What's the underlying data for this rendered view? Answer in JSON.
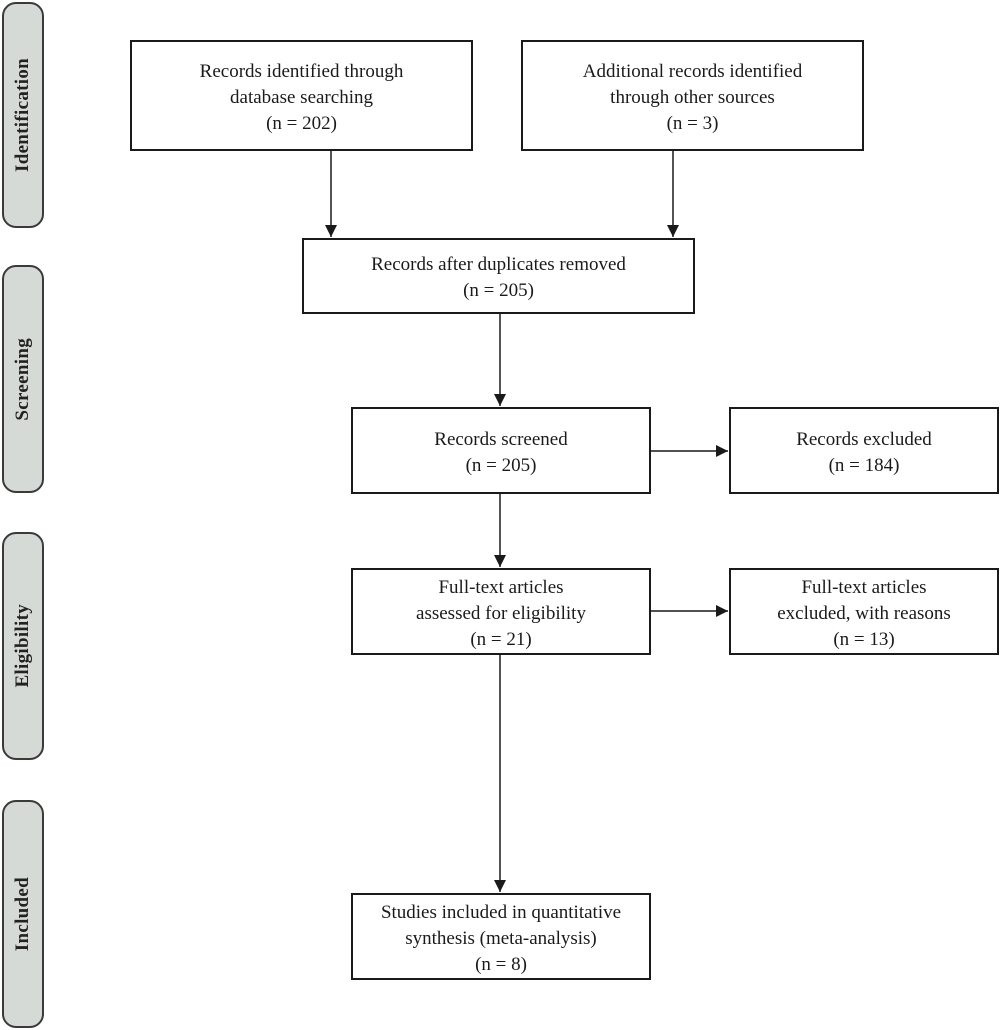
{
  "phases": [
    {
      "label": "Identification"
    },
    {
      "label": "Screening"
    },
    {
      "label": "Eligibility"
    },
    {
      "label": "Included"
    }
  ],
  "boxes": {
    "db_search": {
      "lines": [
        "Records identified through",
        "database searching"
      ],
      "count": "(n = 202)"
    },
    "other_sources": {
      "lines": [
        "Additional records identified",
        "through other sources"
      ],
      "count": "(n = 3)"
    },
    "after_duplicates": {
      "lines": [
        "Records after duplicates removed"
      ],
      "count": "(n = 205)"
    },
    "screened": {
      "lines": [
        "Records screened"
      ],
      "count": "(n = 205)"
    },
    "excluded": {
      "lines": [
        "Records excluded"
      ],
      "count": "(n = 184)"
    },
    "fulltext_assessed": {
      "lines": [
        "Full-text articles",
        "assessed for eligibility"
      ],
      "count": "(n = 21)"
    },
    "fulltext_excluded": {
      "lines": [
        "Full-text articles",
        "excluded, with reasons"
      ],
      "count": "(n = 13)"
    },
    "included": {
      "lines": [
        "Studies included in quantitative",
        "synthesis (meta-analysis)"
      ],
      "count": "(n = 8)"
    }
  },
  "colors": {
    "phase_fill": "#d6dad6",
    "border": "#1a1a1a",
    "arrow": "#1a1a1a"
  }
}
